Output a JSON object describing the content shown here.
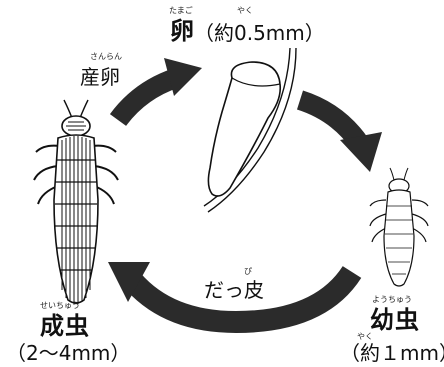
{
  "egg": {
    "ruby": "たまご",
    "label": "卵",
    "size_ruby": "やく",
    "size": "（約0.5mm）"
  },
  "spawning": {
    "ruby": "さんらん",
    "label": "産卵"
  },
  "larva": {
    "ruby": "ようちゅう",
    "label": "幼虫",
    "size_ruby": "やく",
    "size": "（約１mm）"
  },
  "molting": {
    "ruby": "ぴ",
    "label": "だっ皮"
  },
  "adult": {
    "ruby": "せいちゅう",
    "label": "成虫",
    "size": "（2～4mm）"
  },
  "colors": {
    "arrow": "#2b2b2b",
    "line": "#111111",
    "fill": "#ffffff"
  }
}
